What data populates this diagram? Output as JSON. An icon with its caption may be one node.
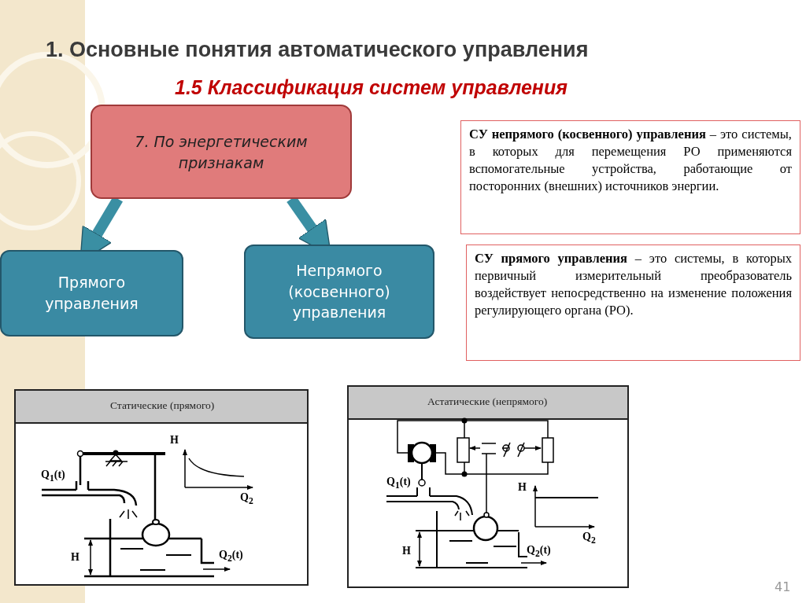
{
  "diagram": {
    "title": "1. Основные понятия автоматического управления",
    "nodes": [
      {
        "text": [
          "7. По энергетическим признакам"
        ]
      },
      {
        "text": [
          "Прямого управления"
        ]
      },
      {
        "text": [
          "Непрямого (косвенного) управления"
        ]
      },
      {
        "text": [
          "**СУ непрямого (косвенного) управления** – это системы, в которых для перемещения РО применяются вспомогательные устройства, работающие от посторонних (внешних) источников энергии."
        ]
      },
      {
        "text": [
          "**СУ прямого управления** – это системы, в которых первичный измерительный преобразователь воздействует непосредственно на изменение положения регулирующего органа (РО)."
        ]
      }
    ],
    "edges": [
      {
        "from": 0,
        "to": 1,
        "arrow": "to"
      },
      {
        "from": 0,
        "to": 2,
        "arrow": "to"
      }
    ],
    "labels": [
      "1.5 Классификация систем управления",
      "Статические (прямого)",
      "H",
      "Q$_{1}$(t)",
      "Q$_{2}$",
      "H",
      "Q$_{2}$(t)",
      "Астатические (непрямого)",
      "Q$_{1}$(t)",
      "H",
      "Q$_{2}$",
      "H",
      "Q$_{2}$(t)",
      "41"
    ]
  }
}
